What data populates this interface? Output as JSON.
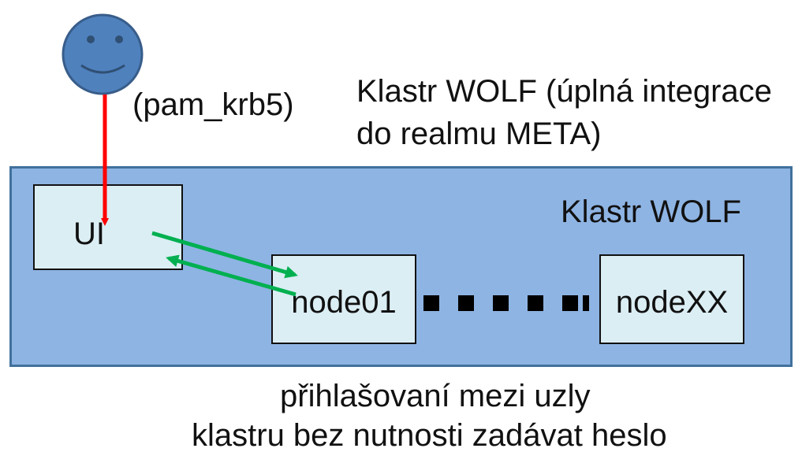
{
  "diagram": {
    "outer_title": "Klastr WOLF (úplná integrace do realmu META)",
    "outer_title_lines": [
      "Klastr WOLF (úplná integrace",
      "do realmu META)"
    ],
    "auth_label": "(pam_krb5)",
    "cluster_label": "Klastr WOLF",
    "nodes": {
      "ui": "UI",
      "first": "node01",
      "last": "nodeXX"
    },
    "caption_lines": [
      "přihlašovaní mezi uzly",
      "klastru bez nutnosti zadávat heslo"
    ],
    "user_icon": "smiley-face-icon",
    "colors": {
      "cluster_fill": "#8eb4e3",
      "cluster_border": "#41719c",
      "node_fill": "#dbeef4",
      "user_fill": "#4f81bd",
      "login_arrow": "#ff0000",
      "ssh_arrows": "#00b050"
    }
  }
}
